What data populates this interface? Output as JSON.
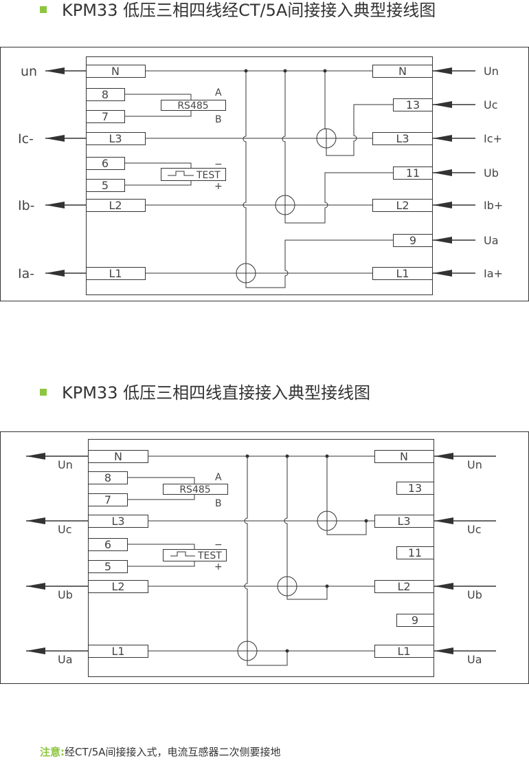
{
  "titles": {
    "ct": "KPM33 低压三相四线经CT/5A间接接入典型接线图",
    "direct": "KPM33 低压三相四线直接接入典型接线图"
  },
  "note": {
    "label": "注意:",
    "text": "经CT/5A间接接入式，电流互感器二次侧要接地"
  },
  "rs485": {
    "label": "RS485",
    "a": "A",
    "b": "B",
    "term_a": "8",
    "term_b": "7"
  },
  "test": {
    "label": "TEST",
    "minus": "−",
    "plus": "+",
    "term_minus": "6",
    "term_plus": "5"
  },
  "terminals": {
    "n": "N",
    "l1": "L1",
    "l2": "L2",
    "l3": "L3",
    "t13": "13",
    "t11": "11",
    "t9": "9"
  },
  "ct_labels": {
    "out_n": "un",
    "out_c": "Ic-",
    "out_b": "Ib-",
    "out_a": "Ia-",
    "in_n": "Un",
    "in_uc": "Uc",
    "in_ic": "Ic+",
    "in_ub": "Ub",
    "in_ib": "Ib+",
    "in_ua": "Ua",
    "in_ia": "Ia+"
  },
  "direct_labels": {
    "out_n": "Un",
    "out_c": "Uc",
    "out_b": "Ub",
    "out_a": "Ua",
    "in_n": "Un",
    "in_c": "Uc",
    "in_b": "Ub",
    "in_a": "Ua"
  },
  "colors": {
    "accent": "#8dc63f",
    "line": "#333333",
    "text": "#444444"
  }
}
